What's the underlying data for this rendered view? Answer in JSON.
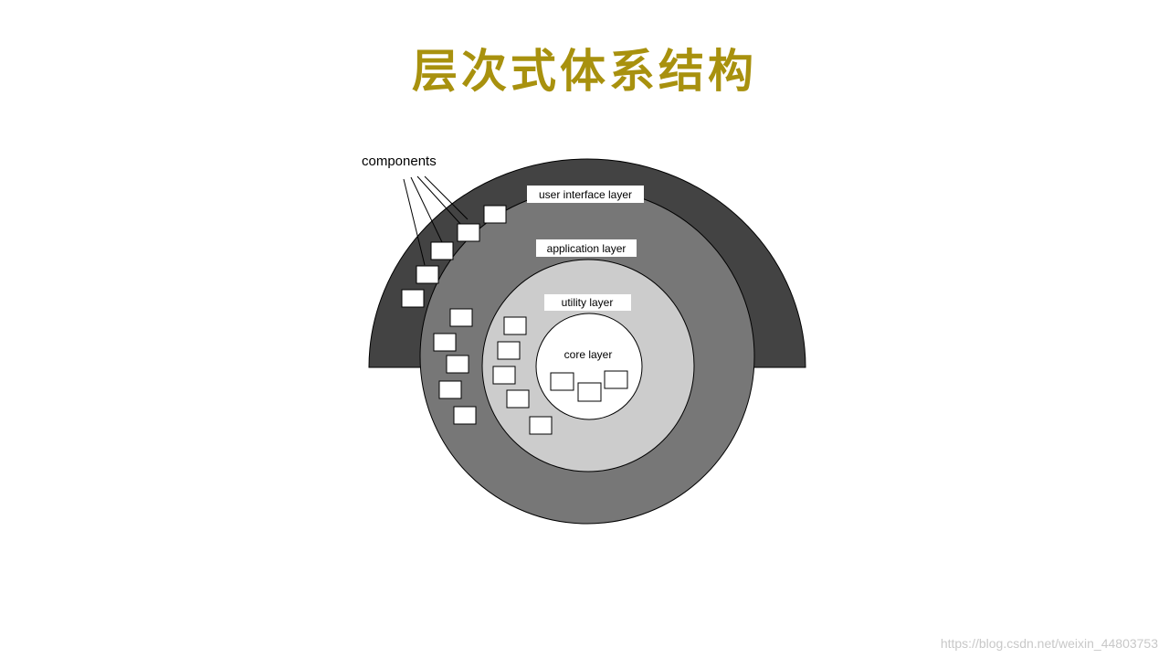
{
  "title": "层次式体系结构",
  "diagram": {
    "components_label": "components",
    "layers": {
      "user_interface": "user interface layer",
      "application": "application layer",
      "utility": "utility layer",
      "core": "core layer"
    },
    "colors": {
      "user_interface": "#434343",
      "application": "#777777",
      "utility": "#cccccc",
      "core": "#ffffff",
      "title": "#a8910e"
    }
  },
  "watermark": "https://blog.csdn.net/weixin_44803753"
}
